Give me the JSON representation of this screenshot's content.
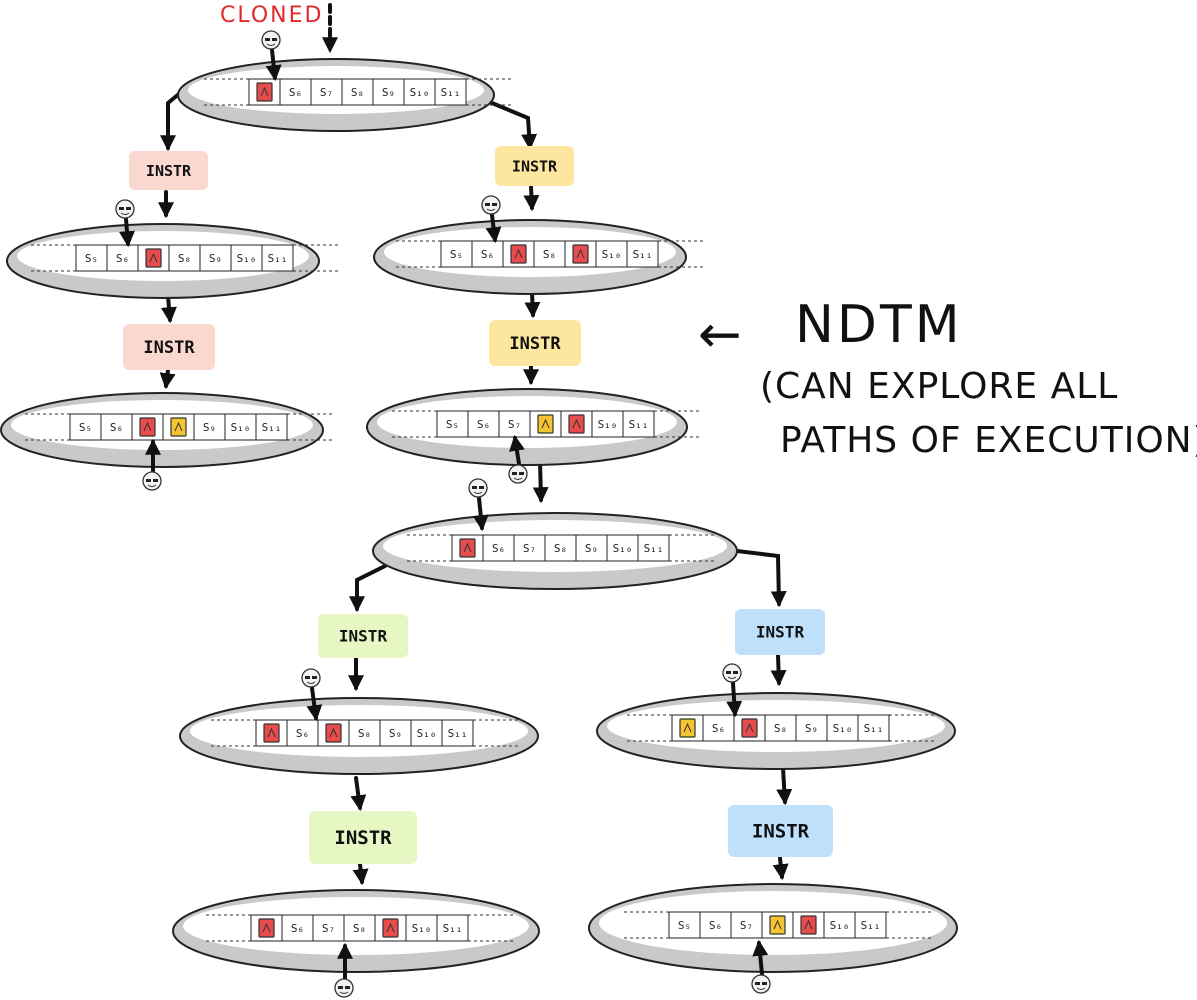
{
  "annotations": {
    "cloned": "CLONED",
    "ndtm_title": "NDTM",
    "ndtm_line1": "(CAN EXPLORE ALL",
    "ndtm_line2": "PATHS OF EXECUTION)",
    "arrow": "←"
  },
  "instr_label": "INSTR",
  "colors": {
    "pink": "#fbd8cf",
    "yellow": "#fce6a0",
    "green": "#e6f7c4",
    "blue": "#bfe0fb",
    "red_book": "#e74c4c",
    "yellow_book": "#f5c531"
  },
  "tapes": [
    {
      "cells": [
        "R",
        "S6",
        "S7",
        "S8",
        "S9",
        "S10",
        "S11"
      ]
    },
    {
      "cells": [
        "S5",
        "S6",
        "R",
        "S8",
        "S9",
        "S10",
        "S11"
      ]
    },
    {
      "cells": [
        "S5",
        "S6",
        "R",
        "Y",
        "S9",
        "S10",
        "S11"
      ]
    },
    {
      "cells": [
        "S5",
        "S6",
        "R",
        "S8",
        "R",
        "S10",
        "S11"
      ]
    },
    {
      "cells": [
        "S5",
        "S6",
        "S7",
        "Y",
        "R",
        "S10",
        "S11"
      ]
    },
    {
      "cells": [
        "R",
        "S6",
        "S7",
        "S8",
        "S9",
        "S10",
        "S11"
      ]
    },
    {
      "cells": [
        "R",
        "S6",
        "R",
        "S8",
        "S9",
        "S10",
        "S11"
      ]
    },
    {
      "cells": [
        "Y",
        "S6",
        "R",
        "S8",
        "S9",
        "S10",
        "S11"
      ]
    },
    {
      "cells": [
        "R",
        "S6",
        "S7",
        "S8",
        "R",
        "S10",
        "S11"
      ]
    },
    {
      "cells": [
        "S5",
        "S6",
        "S7",
        "Y",
        "R",
        "S10",
        "S11"
      ]
    }
  ]
}
